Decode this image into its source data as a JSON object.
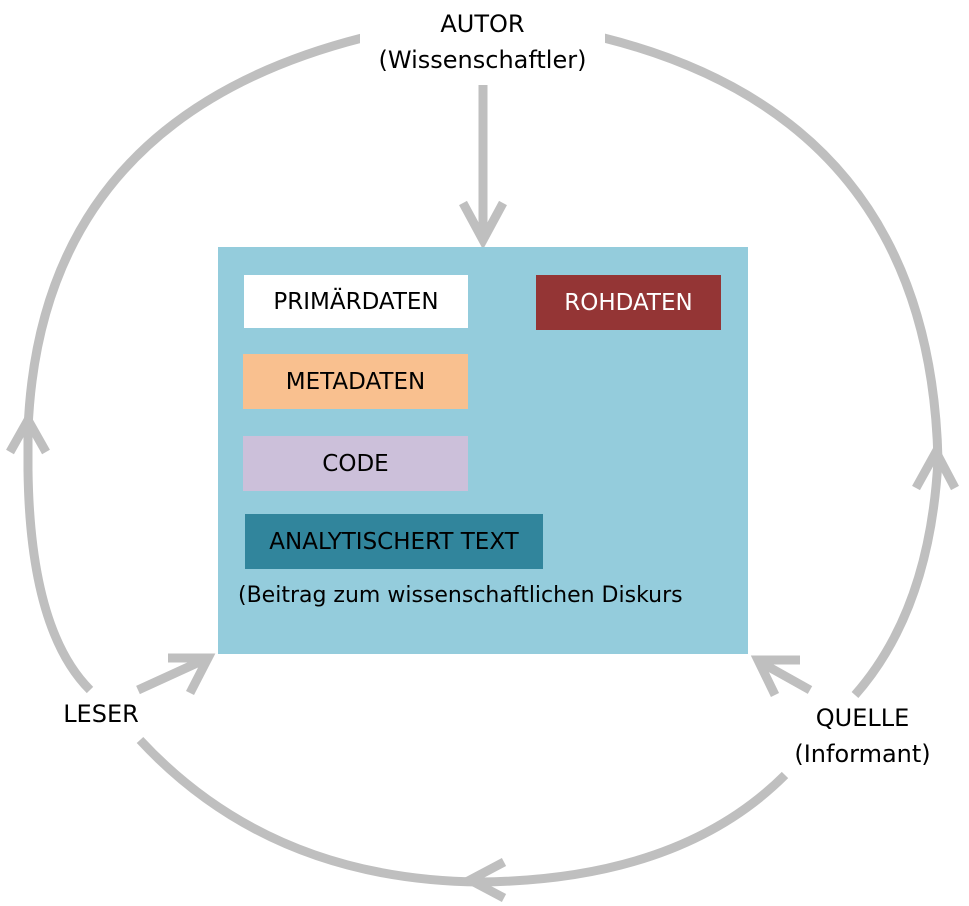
{
  "nodes": {
    "autor": {
      "line1": "AUTOR",
      "line2": "(Wissenschaftler)"
    },
    "leser": {
      "line1": "LESER"
    },
    "quelle": {
      "line1": "QUELLE",
      "line2": "(Informant)"
    }
  },
  "center": {
    "boxes": {
      "primaerdaten": {
        "label": "PRIMÄRDATEN",
        "color": "#ffffff",
        "text_color": "#000000"
      },
      "rohdaten": {
        "label": "ROHDATEN",
        "color": "#943535",
        "text_color": "#ffffff"
      },
      "metadaten": {
        "label": "METADATEN",
        "color": "#f9c08f",
        "text_color": "#000000"
      },
      "code": {
        "label": "CODE",
        "color": "#ccc0da",
        "text_color": "#000000"
      },
      "analytischer_text": {
        "label": "ANALYTISCHERT TEXT",
        "color": "#31859c",
        "text_color": "#000000"
      }
    },
    "caption": "(Beitrag zum wissenschaftlichen Diskurs"
  },
  "colors": {
    "panel": "#94ccdc",
    "arrows": "#bfbfbf"
  }
}
